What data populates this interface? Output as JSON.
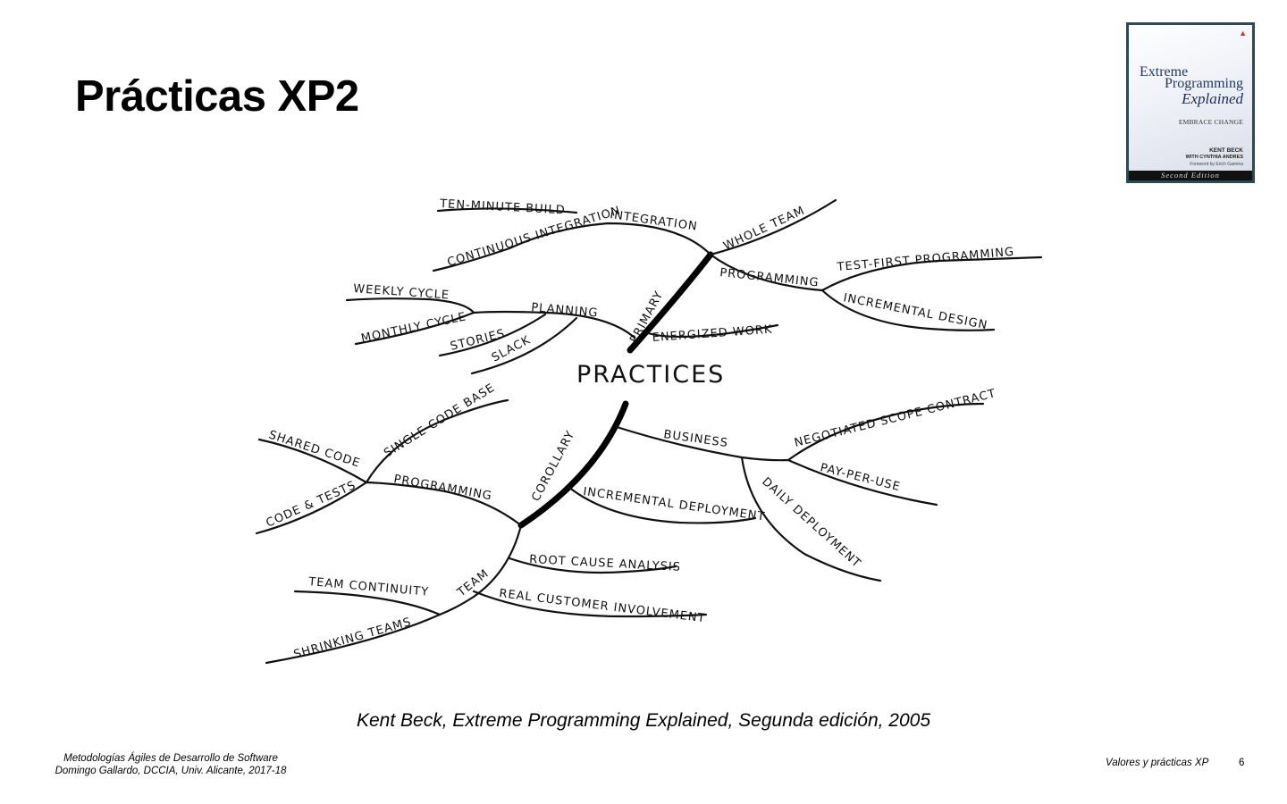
{
  "slide": {
    "title": "Prácticas XP2",
    "caption": "Kent Beck, Extreme Programming Explained, Segunda edición, 2005"
  },
  "book_cover": {
    "title_line1": "Extreme",
    "title_line2": "Programming",
    "title_line3": "Explained",
    "subtitle": "EMBRACE CHANGE",
    "author": "KENT BECK",
    "coauthor": "WITH CYNTHIA ANDRES",
    "foreword": "Foreword by Erich Gamma",
    "edition": "Second Edition",
    "accent_color": "#2d4a52"
  },
  "diagram": {
    "center": "PRACTICES",
    "primary": {
      "label": "PRIMARY",
      "integration": {
        "label": "INTEGRATION",
        "children": [
          "TEN-MINUTE BUILD",
          "CONTINUOUS INTEGRATION"
        ]
      },
      "planning": {
        "label": "PLANNING",
        "children": [
          "WEEKLY CYCLE",
          "MONTHLY CYCLE",
          "STORIES",
          "SLACK"
        ]
      },
      "whole_team": "WHOLE TEAM",
      "programming": {
        "label": "PROGRAMMING",
        "children": [
          "TEST-FIRST PROGRAMMING",
          "INCREMENTAL DESIGN"
        ]
      },
      "energized_work": "ENERGIZED WORK"
    },
    "corollary": {
      "label": "COROLLARY",
      "programming": {
        "label": "PROGRAMMING",
        "children": [
          "SHARED CODE",
          "SINGLE CODE BASE",
          "CODE & TESTS"
        ]
      },
      "incremental_deployment": "INCREMENTAL DEPLOYMENT",
      "business": {
        "label": "BUSINESS",
        "children": [
          "NEGOTIATED SCOPE CONTRACT",
          "PAY-PER-USE",
          "DAILY DEPLOYMENT"
        ]
      },
      "team": {
        "label": "TEAM",
        "children": [
          "TEAM CONTINUITY",
          "SHRINKING TEAMS"
        ]
      },
      "root_cause_analysis": "ROOT CAUSE ANALYSIS",
      "real_customer_involvement": "REAL CUSTOMER INVOLVEMENT"
    }
  },
  "footer": {
    "course": "Metodologías Ágiles de Desarrollo de Software",
    "author": "Domingo Gallardo, DCCIA, Univ. Alicante, 2017-18",
    "section": "Valores y prácticas XP",
    "page": "6"
  }
}
